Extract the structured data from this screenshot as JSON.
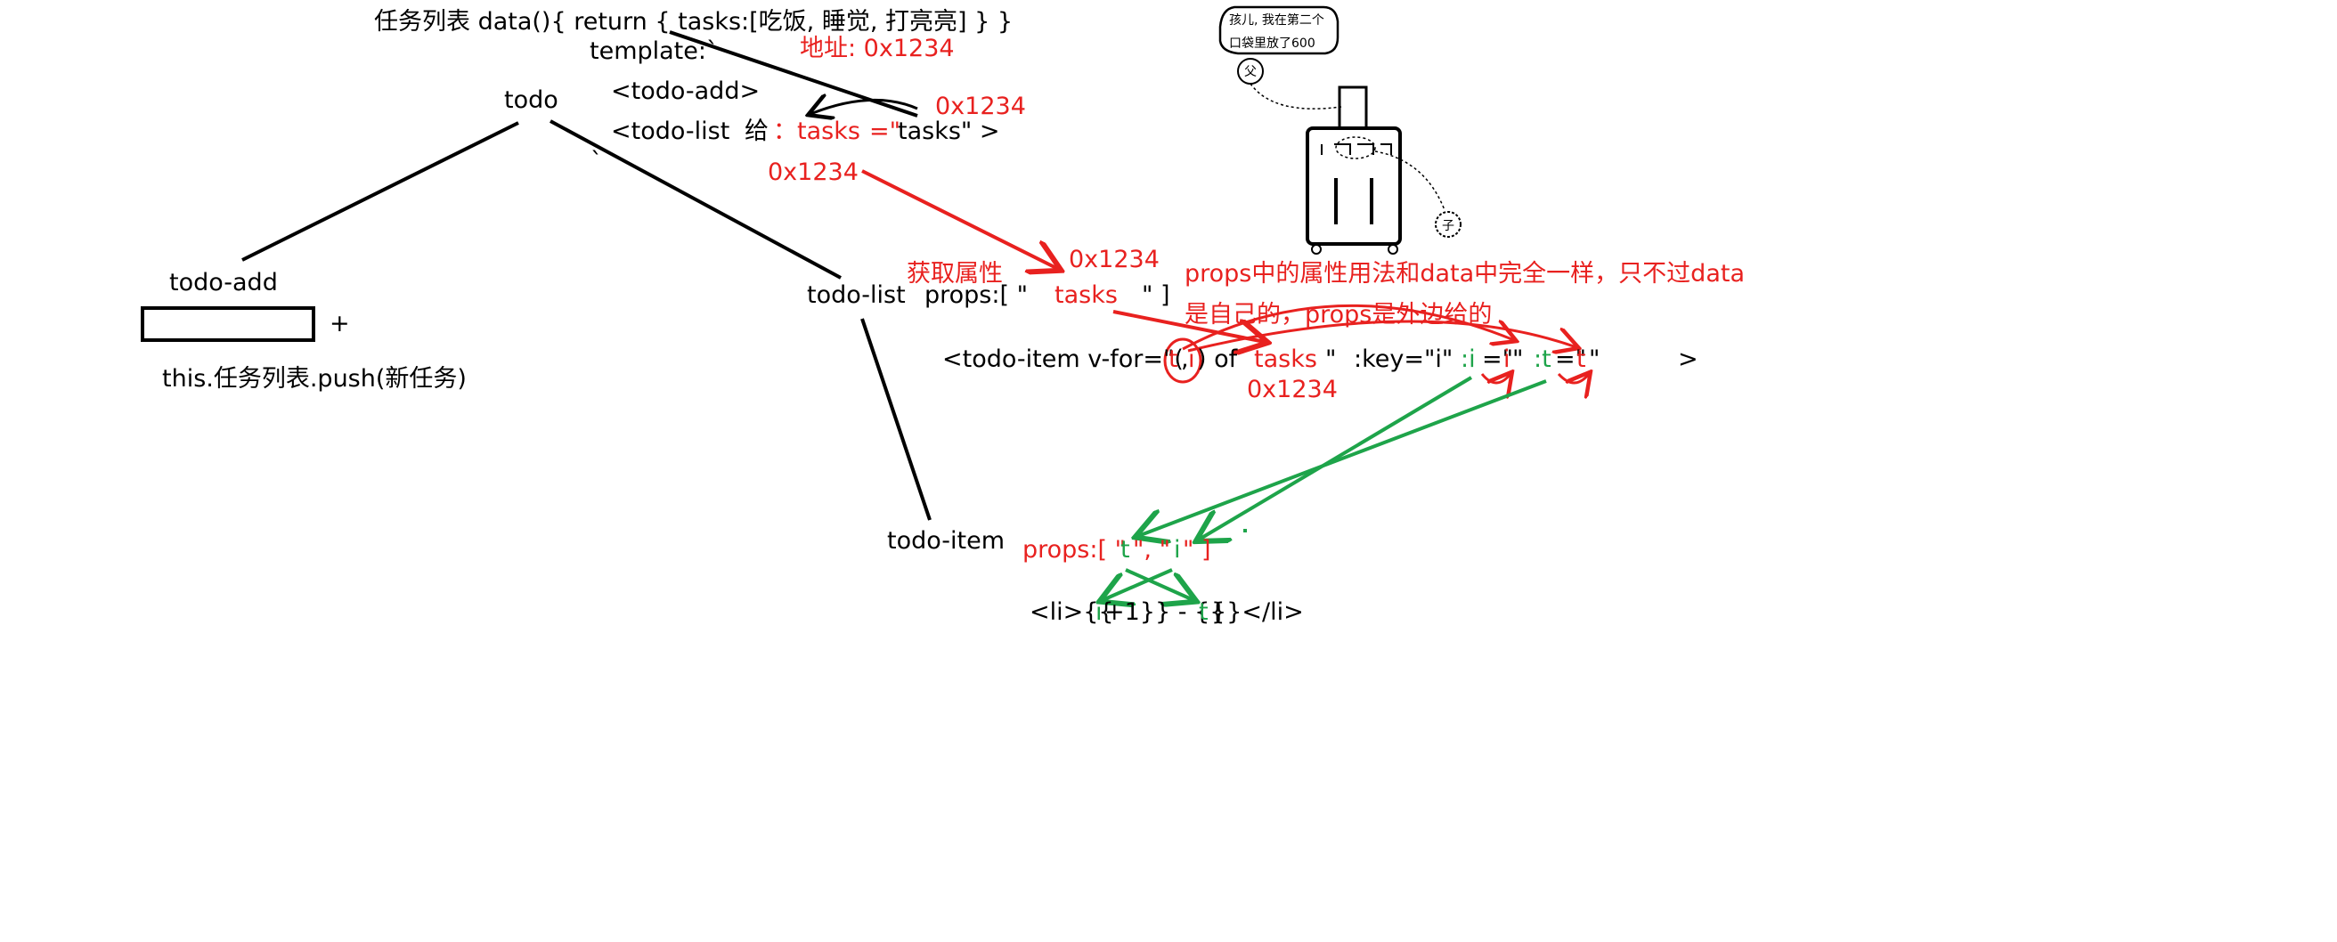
{
  "colors": {
    "black": "#000000",
    "red": "#e8211f",
    "green": "#1ea44a"
  },
  "top_code": {
    "data_line": "任务列表 data(){ return { tasks:[吃饭, 睡觉, 打亮亮] } }",
    "template_line": "template:`",
    "todo_add_tag": "<todo-add>",
    "todo_list_prefix": "<todo-list",
    "give_word": "给",
    "colon_tasks": "：tasks",
    "eq_quote": "=\"",
    "tasks_quoted": "tasks\" >",
    "backtick": "`"
  },
  "address_labels": {
    "addr_line": "地址: 0x1234",
    "addr_right": "0x1234",
    "addr_left": "0x1234",
    "addr_props": "0x1234",
    "addr_bottom": "0x1234"
  },
  "tree": {
    "root": "todo",
    "left_child": "todo-add",
    "right_child": "todo-list",
    "grandchild": "todo-item"
  },
  "todo_add": {
    "plus": "+",
    "push_line": "this.任务列表.push(新任务)"
  },
  "todo_list_props": {
    "get_attr": "获取属性",
    "props_open": "props:[ \"",
    "tasks": "tasks",
    "close": "\" ]",
    "note_line1": "props中的属性用法和data中完全一样，只不过data",
    "note_line2": "是自己的，props是外边给的"
  },
  "todo_item_line": {
    "start": "<todo-item v-for=\"(",
    "t": "t",
    "comma": ",",
    "i": "i",
    "of": ") of",
    "tasks": "tasks",
    "quote": "\"",
    "key": ":key=\"i\"",
    "colon_i": ":i",
    "eq_q": "=\"",
    "i_val": "i",
    "q_close": "\"",
    "colon_t": ":t",
    "t_val": "t",
    "gt": ">"
  },
  "todo_item_props": {
    "open": "props:[ \"",
    "t": "t",
    "mid": "\", \"",
    "i": "i",
    "close": "\" ]"
  },
  "li_line": {
    "open": "<li>{{",
    "i": "i",
    "mid": "+1}} - {{",
    "t": "t",
    "close": "}}</li>"
  },
  "cartoon": {
    "bubble_line1": "孩儿, 我在第二个",
    "bubble_line2": "口袋里放了600",
    "father": "父",
    "child": "子"
  }
}
